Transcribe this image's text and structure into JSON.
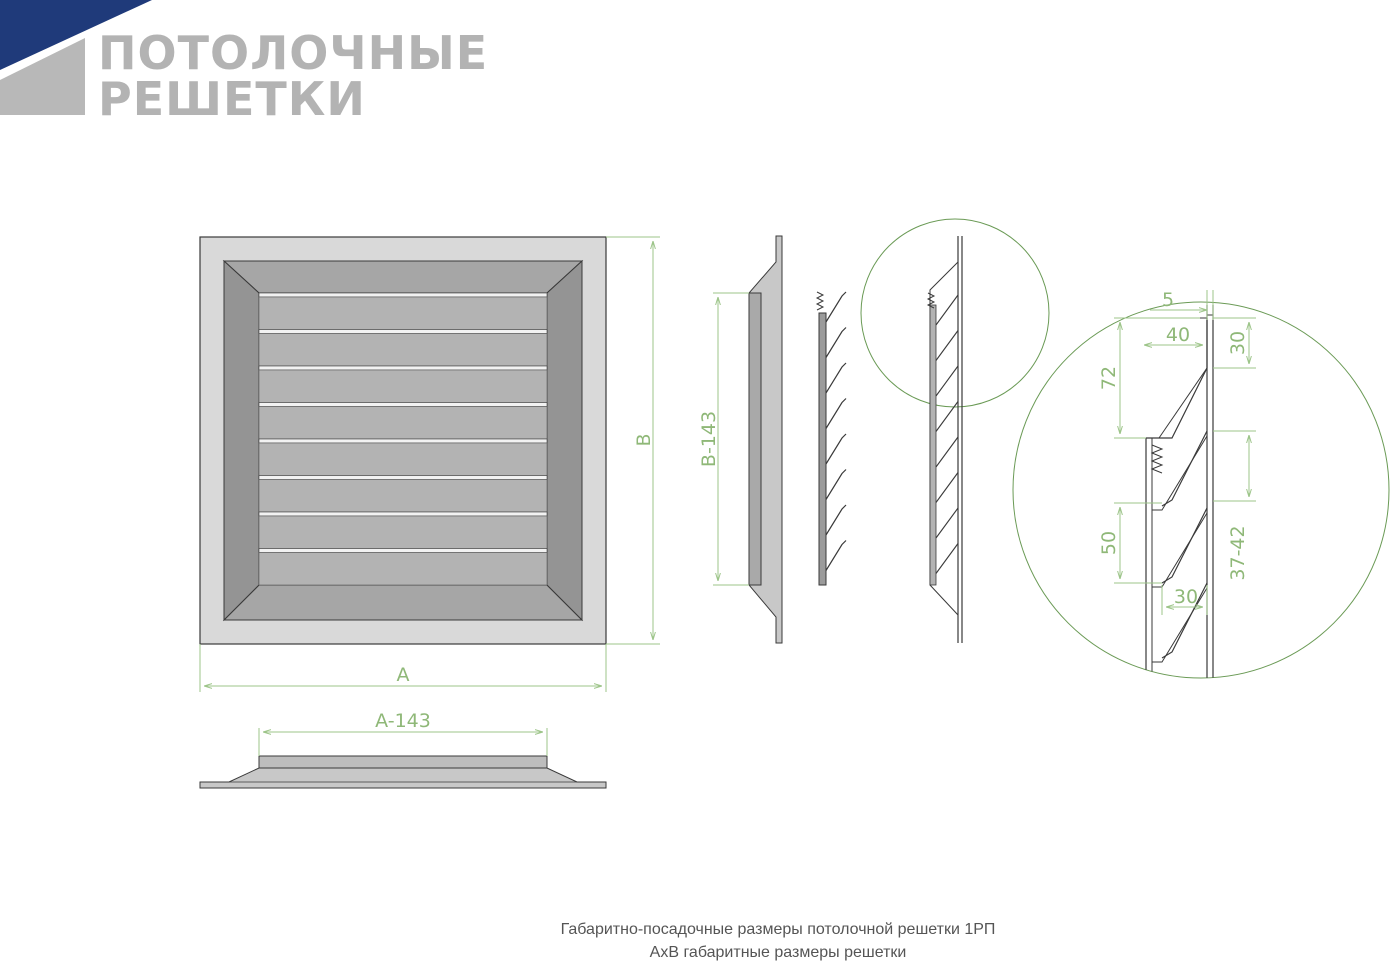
{
  "brand": {
    "line1": "ПОТОЛОЧНЫЕ",
    "line2": "РЕШЕТКИ",
    "accent_color": "#1f3a7a",
    "logo_gray": "#b8b8b8"
  },
  "colors": {
    "dimension_line": "#9cc488",
    "outline": "#3a3a3a",
    "frame_light": "#d9d9d9",
    "frame_dark": "#9b9b9b",
    "slat": "#b3b3b3",
    "slat_gap": "#f2f2f2"
  },
  "front_view": {
    "slat_count": 8
  },
  "dimensions": {
    "a": "A",
    "b": "B",
    "a143": "A-143",
    "b143": "B-143",
    "d5": "5",
    "d40": "40",
    "d30_top": "30",
    "d72": "72",
    "d50": "50",
    "d37_42": "37-42",
    "d30_bottom": "30"
  },
  "caption": {
    "line1": "Габаритно-посадочные размеры потолочной решетки 1РП",
    "line2": "AxB габаритные размеры решетки"
  }
}
